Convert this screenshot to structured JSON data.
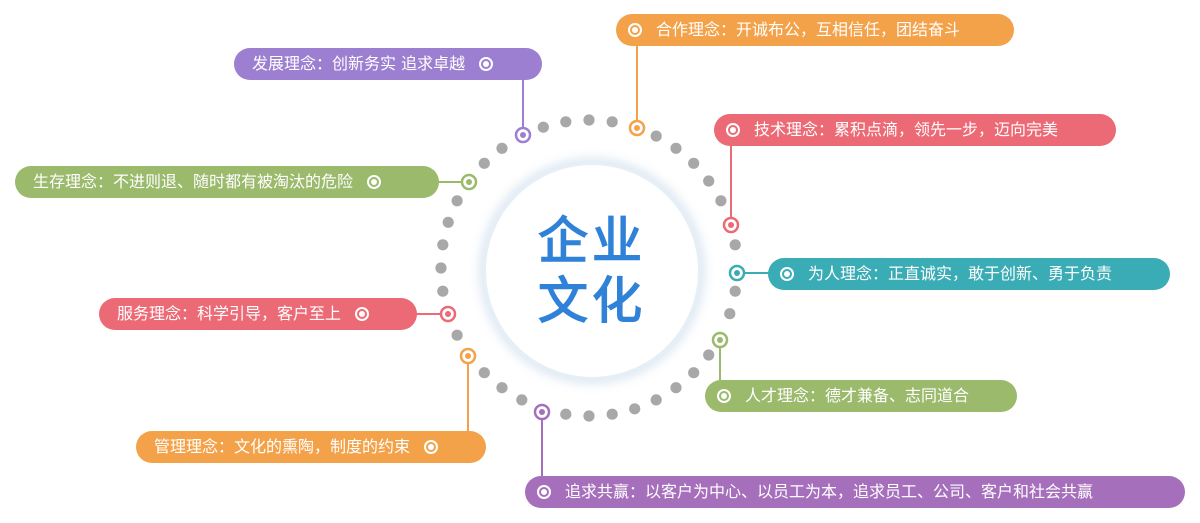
{
  "center": {
    "line1": "企业",
    "line2": "文化"
  },
  "concepts": [
    {
      "id": "cooperation",
      "text": "合作理念：开诚布公，互相信任，团结奋斗",
      "color": "#f4a24a"
    },
    {
      "id": "development",
      "text": "发展理念：创新务实 追求卓越",
      "color": "#9c7fd0"
    },
    {
      "id": "technology",
      "text": "技术理念：累积点滴，领先一步，迈向完美",
      "color": "#ec6a75"
    },
    {
      "id": "survival",
      "text": "生存理念：不进则退、随时都有被淘汰的危险",
      "color": "#9bba6c"
    },
    {
      "id": "conduct",
      "text": "为人理念：正直诚实，敢于创新、勇于负责",
      "color": "#3aacb5"
    },
    {
      "id": "service",
      "text": "服务理念：科学引导，客户至上",
      "color": "#ec6a75"
    },
    {
      "id": "talent",
      "text": "人才理念：德才兼备、志同道合",
      "color": "#9bba6c"
    },
    {
      "id": "management",
      "text": "管理理念：文化的熏陶，制度的约束",
      "color": "#f4a24a"
    },
    {
      "id": "winwin",
      "text": "追求共赢：以客户为中心、以员工为本，追求员工、公司、客户和社会共赢",
      "color": "#a66fbc"
    }
  ],
  "dot_color": "#a8a8a8",
  "hub_color": "#2f82d8"
}
